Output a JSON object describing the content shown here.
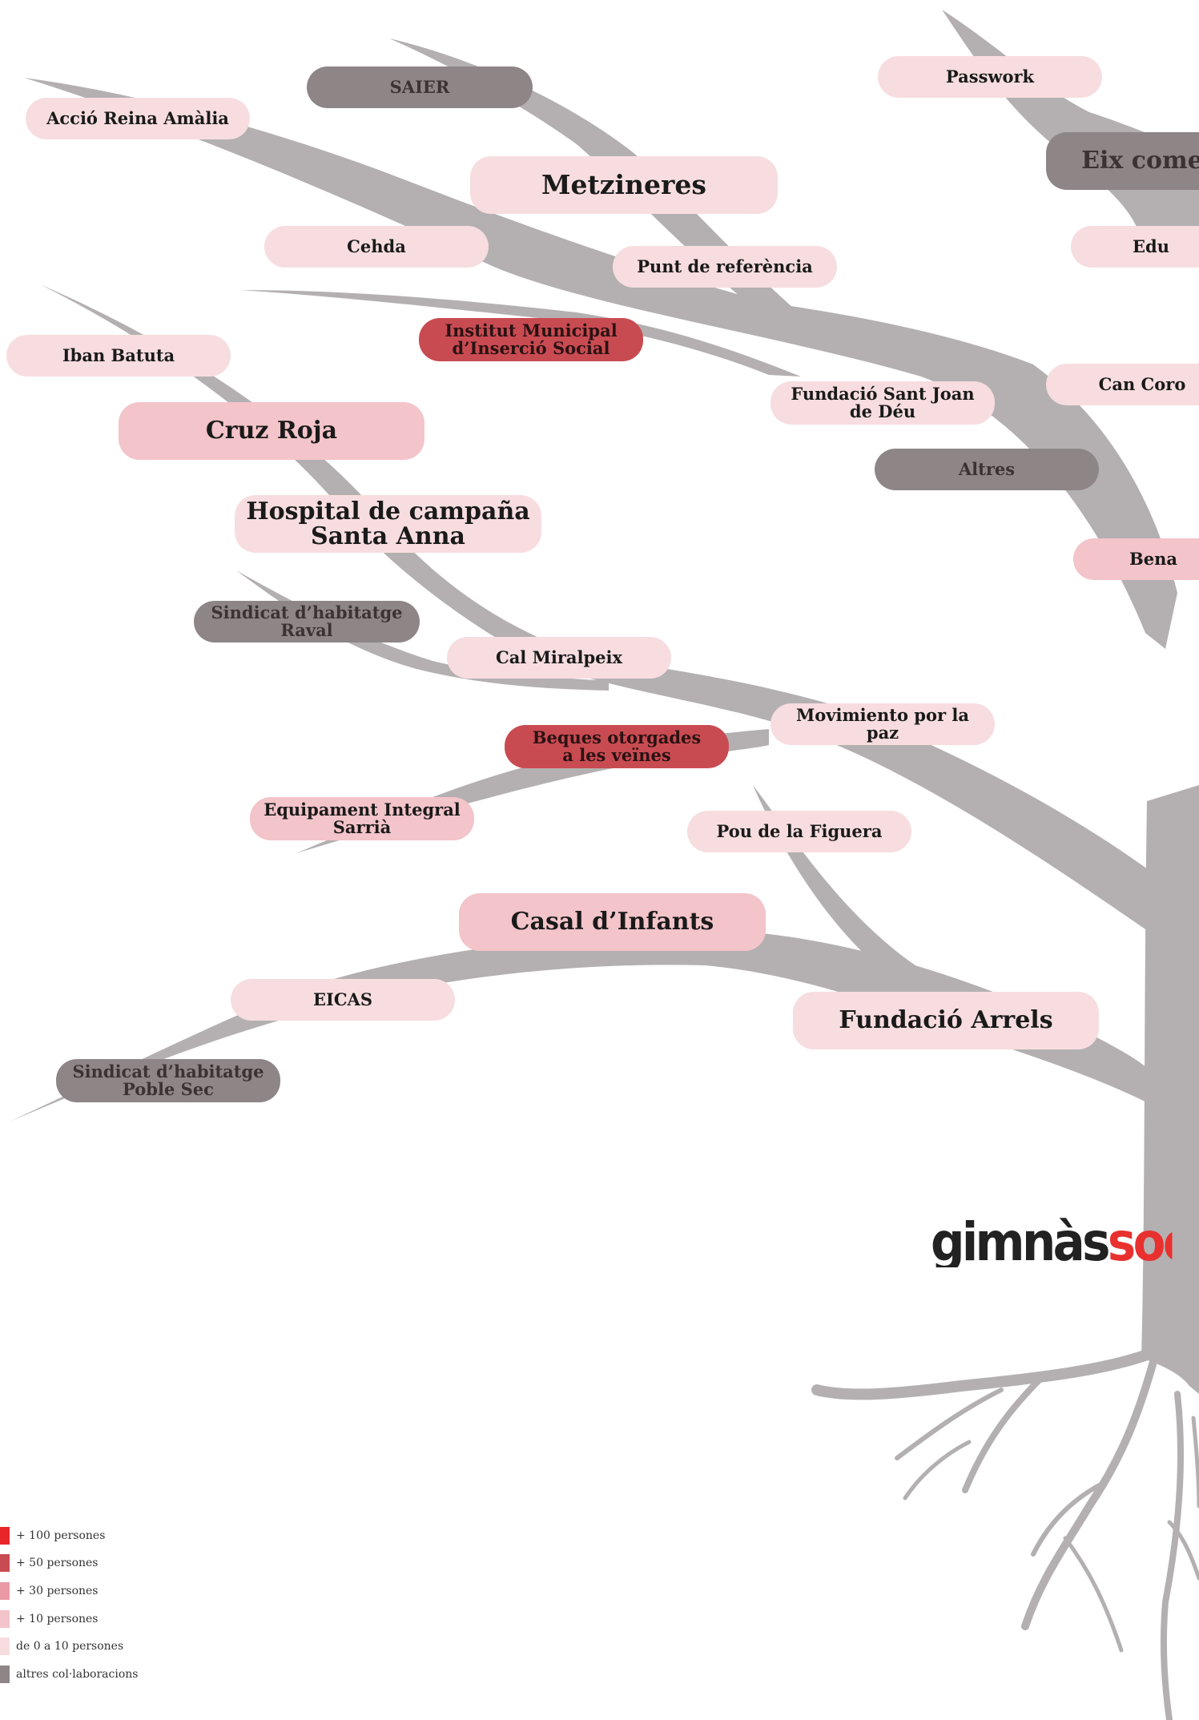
{
  "colors": {
    "branch": "#b4b0b1",
    "lvl100": "#e8262a",
    "lvl50": "#c94b52",
    "lvl30": "#e99aa4",
    "lvl10": "#f3c4c9",
    "lvl0": "#f7dde0",
    "other": "#8e8587"
  },
  "nodes": [
    {
      "id": "accio-reina-amalia",
      "label": "Acció Reina Amàlia",
      "category": "lvl0"
    },
    {
      "id": "saier",
      "label": "SAIER",
      "category": "other"
    },
    {
      "id": "passwork",
      "label": "Passwork",
      "category": "lvl0"
    },
    {
      "id": "eix-comercial",
      "label": "Eix come",
      "category": "other"
    },
    {
      "id": "metzineres",
      "label": "Metzineres",
      "category": "lvl0"
    },
    {
      "id": "cehda",
      "label": "Cehda",
      "category": "lvl0"
    },
    {
      "id": "punt-de-referencia",
      "label": "Punt de referència",
      "category": "lvl0"
    },
    {
      "id": "edu",
      "label": "Edu",
      "category": "lvl0"
    },
    {
      "id": "institut-municipal",
      "label": "Institut Municipal\nd’Inserció Social",
      "category": "lvl50"
    },
    {
      "id": "iban-batuta",
      "label": "Iban Batuta",
      "category": "lvl0"
    },
    {
      "id": "can-coro",
      "label": "Can Coro",
      "category": "lvl0"
    },
    {
      "id": "fundacio-sant-joan-de-deu",
      "label": "Fundació Sant Joan\nde Déu",
      "category": "lvl0"
    },
    {
      "id": "cruz-roja",
      "label": "Cruz Roja",
      "category": "lvl10"
    },
    {
      "id": "altres",
      "label": "Altres",
      "category": "other"
    },
    {
      "id": "hospital-de-campana",
      "label": "Hospital de campaña\nSanta Anna",
      "category": "lvl0"
    },
    {
      "id": "bena",
      "label": "Bena",
      "category": "lvl10"
    },
    {
      "id": "sindicat-raval",
      "label": "Sindicat d’habitatge\nRaval",
      "category": "other"
    },
    {
      "id": "cal-miralpeix",
      "label": "Cal Miralpeix",
      "category": "lvl0"
    },
    {
      "id": "movimiento-por-la-paz",
      "label": "Movimiento por la paz",
      "category": "lvl0"
    },
    {
      "id": "beques-otorgades",
      "label": "Beques otorgades\na les veïnes",
      "category": "lvl50"
    },
    {
      "id": "equipament-integral-sarria",
      "label": "Equipament Integral\nSarrià",
      "category": "lvl10"
    },
    {
      "id": "pou-de-la-figuera",
      "label": "Pou de la Figuera",
      "category": "lvl0"
    },
    {
      "id": "casal-dinfants",
      "label": "Casal d’Infants",
      "category": "lvl10"
    },
    {
      "id": "eicas",
      "label": "EICAS",
      "category": "lvl0"
    },
    {
      "id": "fundacio-arrels",
      "label": "Fundació Arrels",
      "category": "lvl0"
    },
    {
      "id": "sindicat-poble-sec",
      "label": "Sindicat d’habitatge\nPoble Sec",
      "category": "other"
    }
  ],
  "logo": {
    "part1": "gimnàs",
    "part2": "soci"
  },
  "legend": [
    {
      "label": "+ 100 persones",
      "category": "lvl100"
    },
    {
      "label": "+ 50 persones",
      "category": "lvl50"
    },
    {
      "label": "+ 30 persones",
      "category": "lvl30"
    },
    {
      "label": "+ 10 persones",
      "category": "lvl10"
    },
    {
      "label": "de 0 a 10 persones",
      "category": "lvl0"
    },
    {
      "label": "altres col·laboracions",
      "category": "other"
    }
  ]
}
